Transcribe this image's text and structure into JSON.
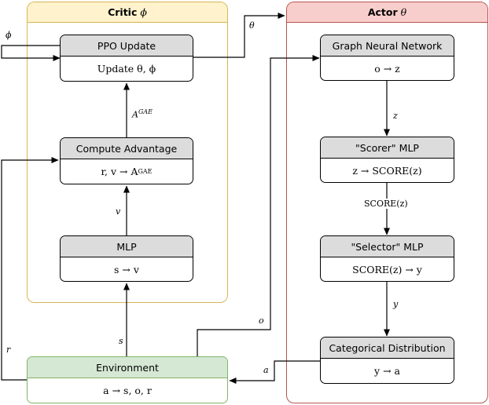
{
  "critic": {
    "title": "Critic",
    "symbol": "ϕ"
  },
  "actor": {
    "title": "Actor",
    "symbol": "θ"
  },
  "nodes": {
    "ppo": {
      "title": "PPO Update",
      "body": "Update θ, ϕ"
    },
    "advantage": {
      "title": "Compute Advantage",
      "body": "r, v → A^GAE"
    },
    "critic_mlp": {
      "title": "MLP",
      "body": "s → v"
    },
    "gnn": {
      "title": "Graph Neural Network",
      "body": "o → z"
    },
    "scorer": {
      "title": "\"Scorer\" MLP",
      "body": "z → SCORE(z)"
    },
    "selector": {
      "title": "\"Selector\" MLP",
      "body": "SCORE(z) → y"
    },
    "categorical": {
      "title": "Categorical Distribution",
      "body": "y → a"
    },
    "environment": {
      "title": "Environment",
      "body": "a → s, o, r"
    }
  },
  "edge_labels": {
    "phi": "ϕ",
    "theta": "θ",
    "a_gae": "A^GAE",
    "v": "v",
    "s": "s",
    "r": "r",
    "o": "o",
    "a": "a",
    "z": "z",
    "score": "SCORE(z)",
    "y": "y"
  },
  "colors": {
    "critic_border": "#d6b656",
    "critic_fill": "#fff2cc",
    "actor_border": "#b85450",
    "actor_fill": "#f8cecc",
    "environment_border": "#82b366",
    "environment_fill": "#d5e8d4",
    "node_header": "#dcdcdc"
  }
}
